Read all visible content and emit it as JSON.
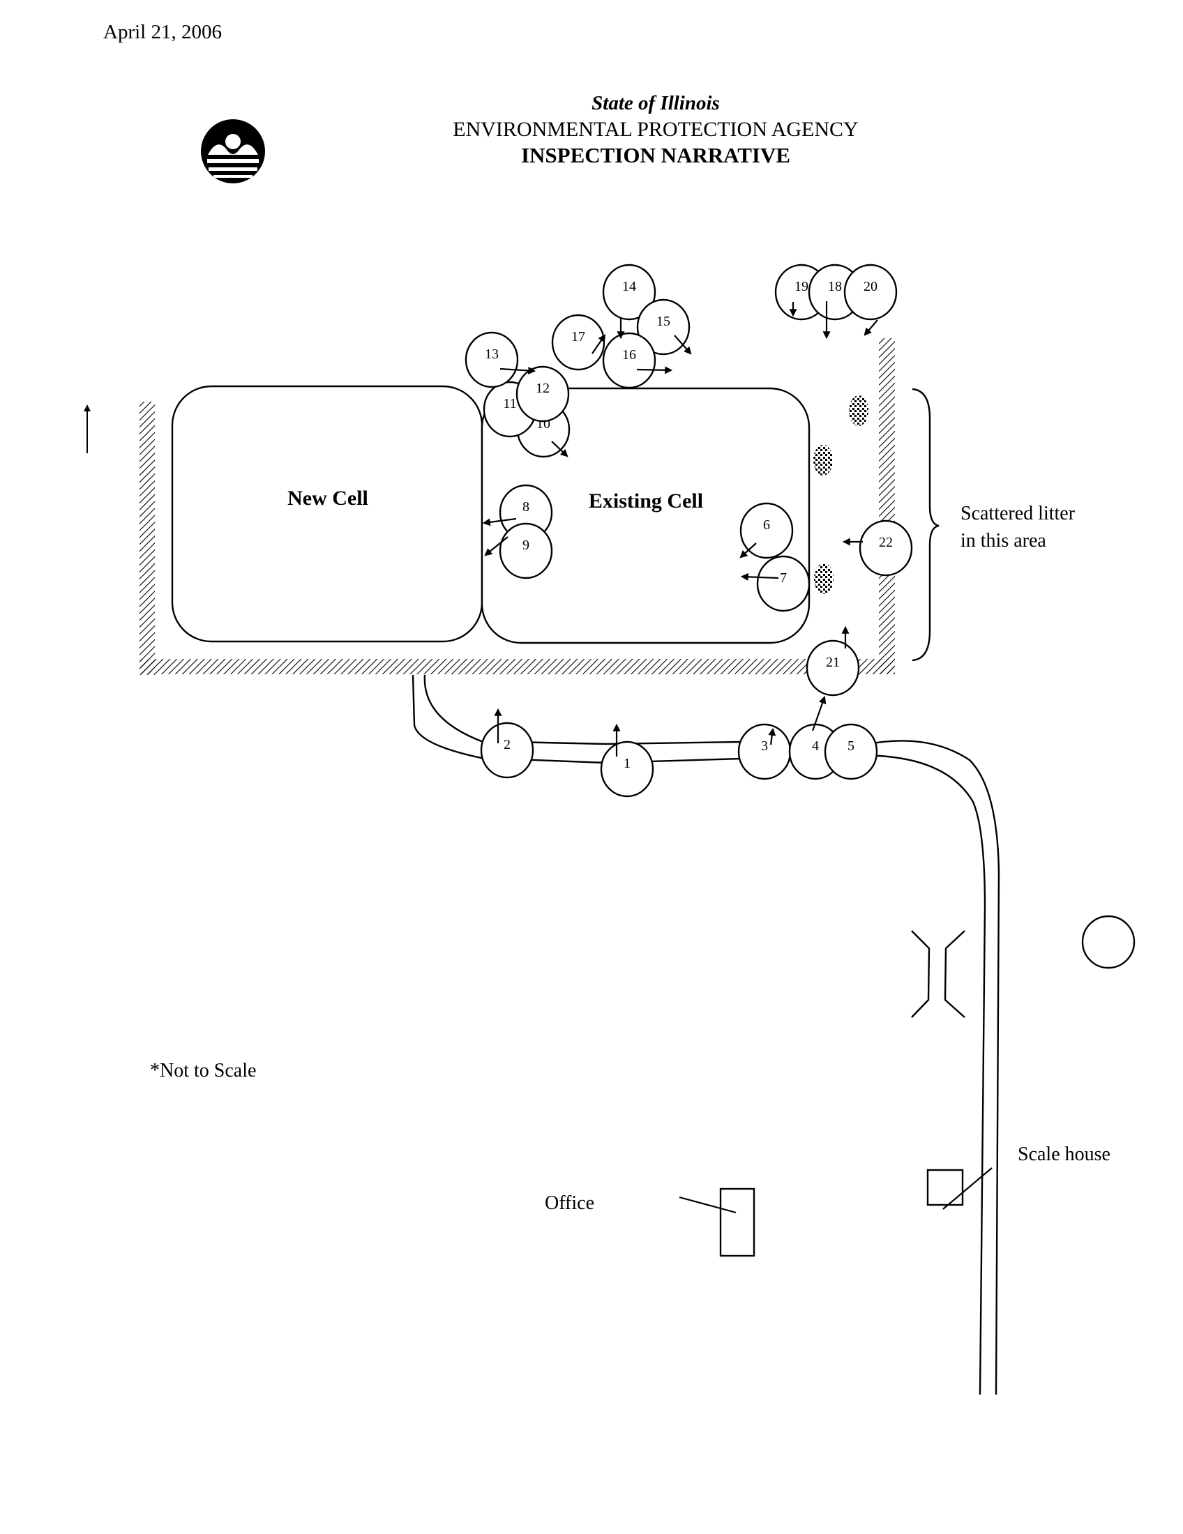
{
  "document": {
    "date": "April 21, 2006",
    "header": {
      "state": "State of Illinois",
      "agency": "ENVIRONMENTAL PROTECTION AGENCY",
      "title": "INSPECTION NARRATIVE"
    },
    "logo_icon": "illinois-epa-logo"
  },
  "map": {
    "north_icon": "north-arrow",
    "cells": [
      {
        "label": "New Cell"
      },
      {
        "label": "Existing Cell"
      }
    ],
    "litter_note": [
      "Scattered litter",
      "in this area"
    ],
    "scale_note": "*Not to Scale",
    "scale_house_label": "Scale house",
    "office_label": "Office",
    "photo_points": [
      {
        "num": "1",
        "direction": "north"
      },
      {
        "num": "2",
        "direction": "north"
      },
      {
        "num": "3",
        "direction": "north"
      },
      {
        "num": "4",
        "direction": "northeast"
      },
      {
        "num": "5",
        "direction": ""
      },
      {
        "num": "6",
        "direction": "southwest"
      },
      {
        "num": "7",
        "direction": "west"
      },
      {
        "num": "8",
        "direction": "west"
      },
      {
        "num": "9",
        "direction": "southwest"
      },
      {
        "num": "10",
        "direction": "southeast"
      },
      {
        "num": "11",
        "direction": ""
      },
      {
        "num": "12",
        "direction": ""
      },
      {
        "num": "13",
        "direction": "east"
      },
      {
        "num": "14",
        "direction": "south"
      },
      {
        "num": "15",
        "direction": "southeast"
      },
      {
        "num": "16",
        "direction": "east"
      },
      {
        "num": "17",
        "direction": "northeast"
      },
      {
        "num": "18",
        "direction": "south"
      },
      {
        "num": "19",
        "direction": "south"
      },
      {
        "num": "20",
        "direction": "southwest"
      },
      {
        "num": "21",
        "direction": "north"
      },
      {
        "num": "22",
        "direction": "west"
      }
    ]
  }
}
